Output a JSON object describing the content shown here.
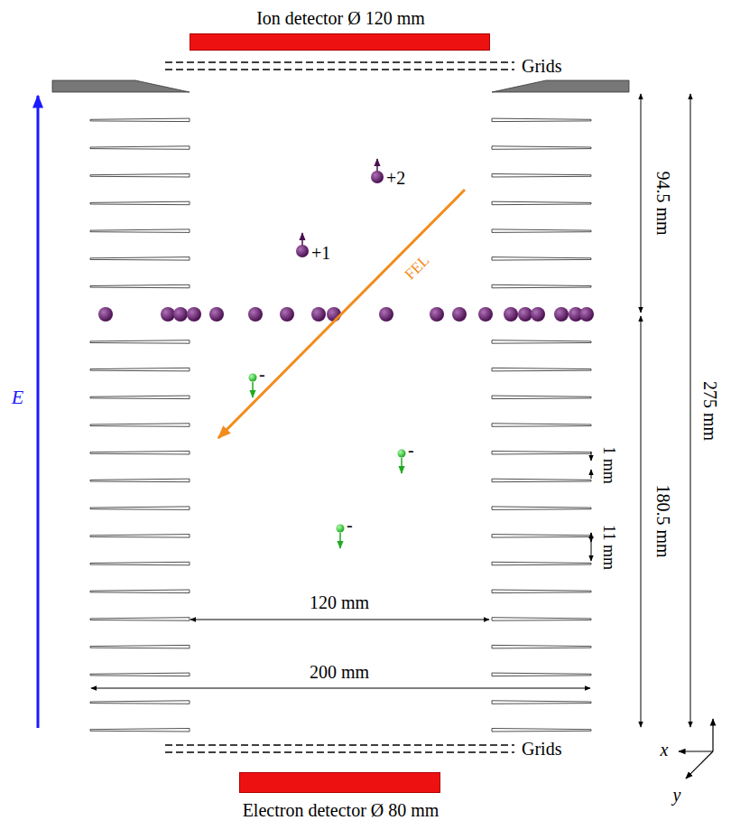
{
  "diagram": {
    "nodes": [
      {
        "text": [
          "Ion detector Ø 120 mm"
        ]
      },
      {
        "text": [
          "Electron detector Ø 80 mm"
        ]
      }
    ],
    "labels": [
      "Grids",
      "+2",
      "+1",
      "FEL",
      "94.5 mm",
      "180.5 mm",
      "275 mm",
      "E⃗",
      "-",
      "-",
      "1 mm",
      "11 mm",
      "-",
      "120 mm",
      "200 mm",
      "Grids",
      "x",
      "y"
    ]
  }
}
